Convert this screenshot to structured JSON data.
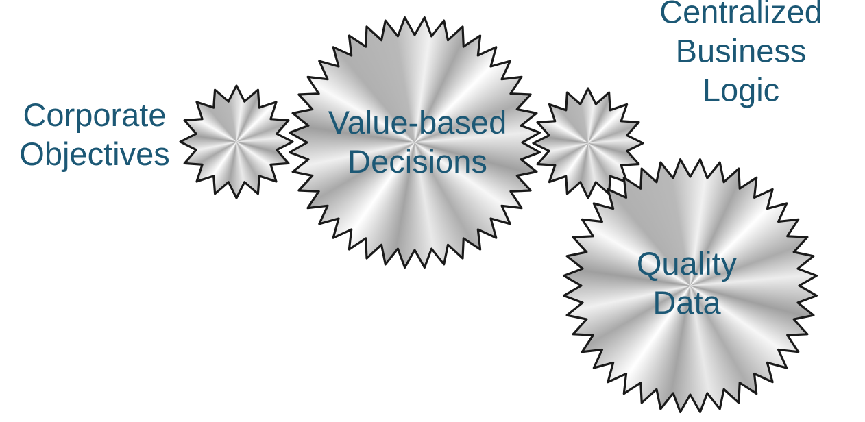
{
  "diagram": {
    "background_color": "#ffffff",
    "label_color": "#1c5875",
    "gear_outline_color": "#1a1a1a",
    "gear_metal_light": "#ffffff",
    "gear_metal_dark": "#a0a0a0",
    "labels": {
      "corporate_objectives": "Corporate\nObjectives",
      "value_based_decisions": "Value-based\nDecisions",
      "centralized_business_logic": "Centralized\nBusiness Logic",
      "quality_data": "Quality\nData"
    }
  }
}
